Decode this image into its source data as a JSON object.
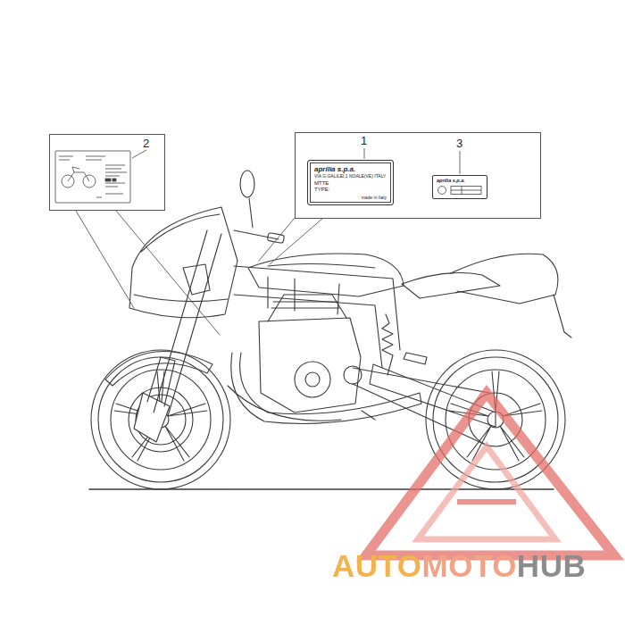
{
  "diagram": {
    "nodes": [
      {
        "text": [
          "2"
        ]
      },
      {
        "text": [
          "1",
          "3"
        ]
      },
      {
        "text": [
          "aprilia s.p.a.",
          "VIA G.GALILEI,1 NOALE(VE) ITALY",
          "MTTE",
          "TYPE:",
          "made in Italy"
        ],
        "in": 1
      },
      {
        "text": [
          "aprilia s.p.a."
        ],
        "in": 1
      }
    ],
    "labels": [
      "AUTOMOTOHUB"
    ]
  }
}
